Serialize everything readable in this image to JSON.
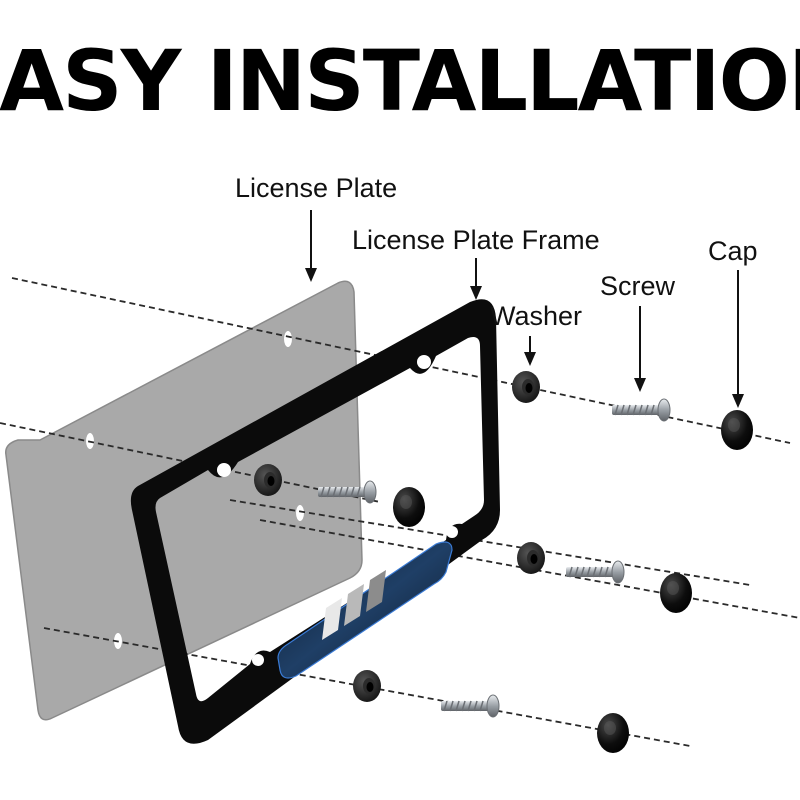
{
  "title": "EASY INSTALLATION",
  "labels": {
    "license_plate": "License Plate",
    "license_plate_frame": "License Plate Frame",
    "washer": "Washer",
    "screw": "Screw",
    "cap": "Cap"
  },
  "icons": {
    "plate": "license-plate-icon",
    "frame": "license-plate-frame-icon",
    "washer": "washer-icon",
    "screw": "screw-icon",
    "cap": "cap-icon"
  },
  "colors": {
    "plate_fill": "#a9a9a9",
    "frame": "#0b0b0b",
    "accent_stripe": "#2a6fb5",
    "hardware": "#151515",
    "screw_metal": "#b8bcc2"
  }
}
